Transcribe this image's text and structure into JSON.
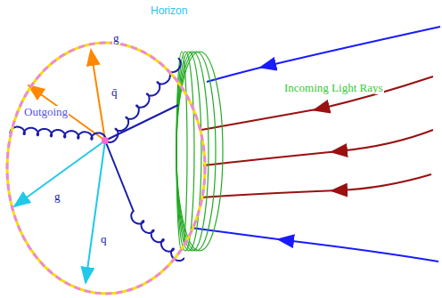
{
  "diagram": {
    "nodes": [
      {
        "text": [
          "Horizon"
        ]
      }
    ],
    "labels": [
      "Incoming Light Rays",
      "Outgoing",
      "g",
      "q̄",
      "g",
      "q"
    ]
  }
}
